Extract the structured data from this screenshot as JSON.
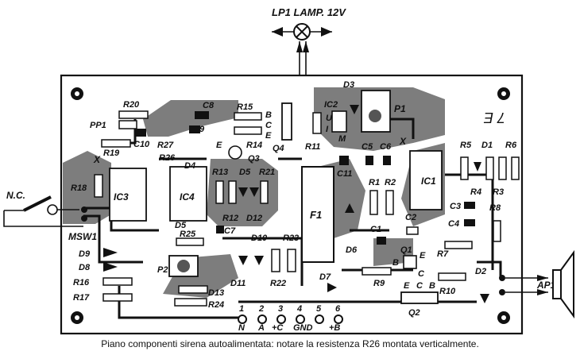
{
  "lamp": {
    "label": "LP1 LAMP. 12V"
  },
  "board_mark": "7 E",
  "caption": "Piano componenti sirena autoalimentata: notare la resistenza R26 montata verticalmente.",
  "labels": {
    "pp1": "PP1",
    "r20": "R20",
    "c10": "C10",
    "r19": "R19",
    "x_left": "X",
    "r18": "R18",
    "ic3": "IC3",
    "nc": "N.C.",
    "msw1": "MSW1",
    "c8": "C8",
    "c9": "C9",
    "r27": "R27",
    "r26": "R26",
    "d4": "D4",
    "ic4": "IC4",
    "d5_2": "D5",
    "r25": "R25",
    "p2": "P2",
    "d13": "D13",
    "r24": "R24",
    "d9": "D9",
    "d8": "D8",
    "r16": "R16",
    "r17": "R17",
    "r15": "R15",
    "r14": "R14",
    "q3": "Q3",
    "q4": "Q4",
    "b_q4": "B",
    "c_q4": "C",
    "e_q4": "E",
    "e_q3": "E",
    "r13": "R13",
    "d5": "D5",
    "r21": "R21",
    "r12": "R12",
    "d12": "D12",
    "c7": "C7",
    "d10": "D10",
    "r23": "R23",
    "d11": "D11",
    "r22": "R22",
    "r11": "R11",
    "ic2": "IC2",
    "u": "U",
    "i": "I",
    "m": "M",
    "d3": "D3",
    "p1": "P1",
    "c5": "C5",
    "c6": "C6",
    "x_right": "X",
    "c11": "C11",
    "f1": "F1",
    "r1": "R1",
    "r2": "R2",
    "c1": "C1",
    "d6": "D6",
    "c2": "C2",
    "ic1": "IC1",
    "r5": "R5",
    "d1": "D1",
    "r6": "R6",
    "r4": "R4",
    "r3": "R3",
    "c3": "C3",
    "c4": "C4",
    "r8": "R8",
    "r7": "R7",
    "q1": "Q1",
    "e_q1": "E",
    "b_q1": "B",
    "c_q1": "C",
    "r9": "R9",
    "d7": "D7",
    "r10": "R10",
    "q2": "Q2",
    "e_q2": "E",
    "c_q2": "C",
    "b_q2": "B",
    "d2": "D2",
    "ap1": "AP1",
    "pin1": "1",
    "pin2": "2",
    "pin3": "3",
    "pin4": "4",
    "pin5": "5",
    "pin6": "6",
    "pin_n": "N",
    "pin_a": "A",
    "pin_c": "+C",
    "pin_gnd": "GND",
    "pin_b": "+B"
  }
}
